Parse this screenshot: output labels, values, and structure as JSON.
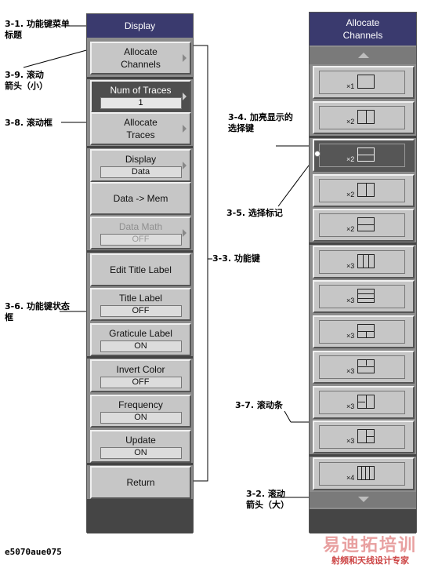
{
  "annotations": {
    "a31": "3-1. 功能键菜单\n标题",
    "a39": "3-9. 滚动\n箭头（小）",
    "a38": "3-8. 滚动框",
    "a36": "3-6. 功能键状态\n框",
    "a34": "3-4. 加亮显示的\n选择键",
    "a35": "3-5. 选择标记",
    "a33": "3-3. 功能键",
    "a37": "3-7. 滚动条",
    "a32": "3-2. 滚动\n箭头（大）"
  },
  "figure_id": "e5070aue075",
  "left_menu": {
    "title": "Display",
    "keys": [
      {
        "label": "Allocate\nChannels",
        "status": ""
      },
      {
        "label": "Num of Traces",
        "status": "1"
      },
      {
        "label": "Allocate\nTraces",
        "status": ""
      },
      {
        "label": "Display",
        "status": "Data"
      },
      {
        "label": "Data -> Mem",
        "status": ""
      },
      {
        "label": "Data Math",
        "status": "OFF"
      },
      {
        "label": "Edit Title Label",
        "status": ""
      },
      {
        "label": "Title Label",
        "status": "OFF"
      },
      {
        "label": "Graticule Label",
        "status": "ON"
      },
      {
        "label": "Invert Color",
        "status": "OFF"
      },
      {
        "label": "Frequency",
        "status": "ON"
      },
      {
        "label": "Update",
        "status": "ON"
      },
      {
        "label": "Return",
        "status": ""
      }
    ]
  },
  "right_menu": {
    "title": "Allocate\nChannels",
    "options": [
      {
        "mult": "×1",
        "icon": "layout-single-icon"
      },
      {
        "mult": "×2",
        "icon": "layout-2-columns-icon"
      },
      {
        "mult": "×2",
        "icon": "layout-2-rows-icon"
      },
      {
        "mult": "×2",
        "icon": "layout-2-columns-icon"
      },
      {
        "mult": "×2",
        "icon": "layout-2-rows-icon"
      },
      {
        "mult": "×3",
        "icon": "layout-3-columns-icon"
      },
      {
        "mult": "×3",
        "icon": "layout-3-rows-icon"
      },
      {
        "mult": "×3",
        "icon": "layout-1-top-2-bottom-icon"
      },
      {
        "mult": "×3",
        "icon": "layout-2-top-1-bottom-icon"
      },
      {
        "mult": "×3",
        "icon": "layout-2-left-1-right-icon"
      },
      {
        "mult": "×3",
        "icon": "layout-1-left-2-right-icon"
      },
      {
        "mult": "×4",
        "icon": "layout-4-columns-icon"
      }
    ],
    "highlighted_index": 2
  },
  "watermark": {
    "main": "易迪拓培训",
    "sub": "射频和天线设计专家"
  }
}
